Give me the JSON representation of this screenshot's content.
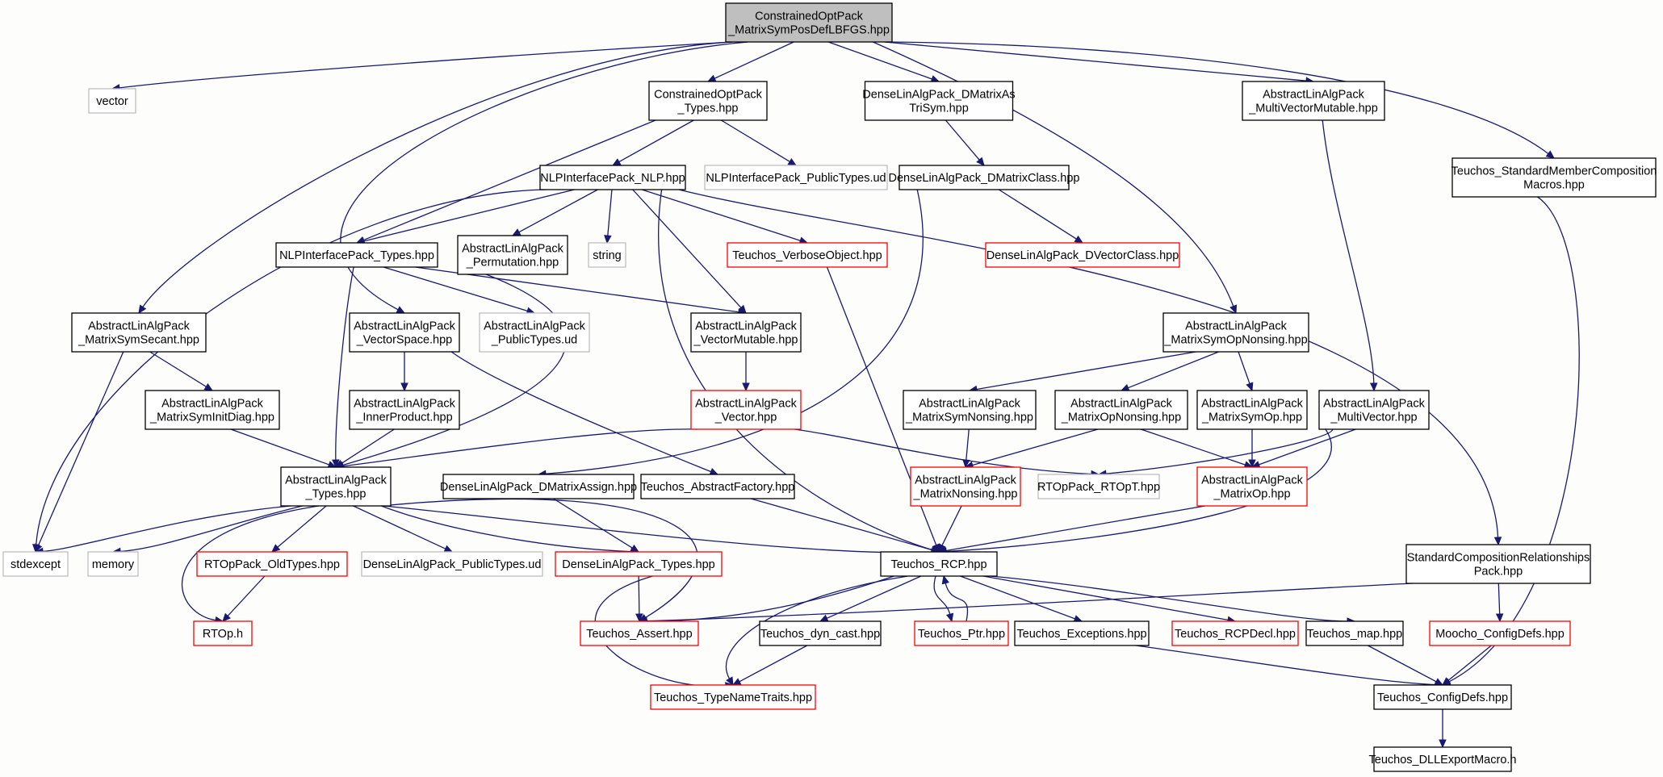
{
  "colors": {
    "background": "#fdfdfb",
    "edge": "#191970",
    "root_fill": "#bfbfbf",
    "border_normal": "#000000",
    "border_red": "#ff0000",
    "border_gray": "#bfbfbf"
  },
  "nodes": [
    {
      "id": "root",
      "label": [
        "ConstrainedOptPack",
        "_MatrixSymPosDefLBFGS.hpp"
      ],
      "style": "root"
    },
    {
      "id": "vector",
      "label": [
        "vector"
      ],
      "style": "gray"
    },
    {
      "id": "co_types",
      "label": [
        "ConstrainedOptPack",
        "_Types.hpp"
      ],
      "style": "normal"
    },
    {
      "id": "dla_dmat_astrisym",
      "label": [
        "DenseLinAlgPack_DMatrixAs",
        "TriSym.hpp"
      ],
      "style": "normal"
    },
    {
      "id": "ala_mvm",
      "label": [
        "AbstractLinAlgPack",
        "_MultiVectorMutable.hpp"
      ],
      "style": "normal"
    },
    {
      "id": "teuchos_smcm",
      "label": [
        "Teuchos_StandardMemberComposition",
        "Macros.hpp"
      ],
      "style": "normal"
    },
    {
      "id": "nlp_nlp",
      "label": [
        "NLPInterfacePack_NLP.hpp"
      ],
      "style": "normal"
    },
    {
      "id": "nlp_pt",
      "label": [
        "NLPInterfacePack_PublicTypes.ud"
      ],
      "style": "gray"
    },
    {
      "id": "dla_dmatclass",
      "label": [
        "DenseLinAlgPack_DMatrixClass.hpp"
      ],
      "style": "normal"
    },
    {
      "id": "nlp_types",
      "label": [
        "NLPInterfacePack_Types.hpp"
      ],
      "style": "normal"
    },
    {
      "id": "ala_perm",
      "label": [
        "AbstractLinAlgPack",
        "_Permutation.hpp"
      ],
      "style": "normal"
    },
    {
      "id": "string",
      "label": [
        "string"
      ],
      "style": "gray"
    },
    {
      "id": "teuchos_vo",
      "label": [
        "Teuchos_VerboseObject.hpp"
      ],
      "style": "red"
    },
    {
      "id": "dla_dvecclass",
      "label": [
        "DenseLinAlgPack_DVectorClass.hpp"
      ],
      "style": "red"
    },
    {
      "id": "ala_mss",
      "label": [
        "AbstractLinAlgPack",
        "_MatrixSymSecant.hpp"
      ],
      "style": "normal"
    },
    {
      "id": "ala_vs",
      "label": [
        "AbstractLinAlgPack",
        "_VectorSpace.hpp"
      ],
      "style": "normal"
    },
    {
      "id": "ala_pt",
      "label": [
        "AbstractLinAlgPack",
        "_PublicTypes.ud"
      ],
      "style": "gray"
    },
    {
      "id": "ala_vm",
      "label": [
        "AbstractLinAlgPack",
        "_VectorMutable.hpp"
      ],
      "style": "normal"
    },
    {
      "id": "ala_msopn",
      "label": [
        "AbstractLinAlgPack",
        "_MatrixSymOpNonsing.hpp"
      ],
      "style": "normal"
    },
    {
      "id": "ala_msid",
      "label": [
        "AbstractLinAlgPack",
        "_MatrixSymInitDiag.hpp"
      ],
      "style": "normal"
    },
    {
      "id": "ala_ip",
      "label": [
        "AbstractLinAlgPack",
        "_InnerProduct.hpp"
      ],
      "style": "normal"
    },
    {
      "id": "ala_vec",
      "label": [
        "AbstractLinAlgPack",
        "_Vector.hpp"
      ],
      "style": "red"
    },
    {
      "id": "ala_msn",
      "label": [
        "AbstractLinAlgPack",
        "_MatrixSymNonsing.hpp"
      ],
      "style": "normal"
    },
    {
      "id": "ala_mon",
      "label": [
        "AbstractLinAlgPack",
        "_MatrixOpNonsing.hpp"
      ],
      "style": "normal"
    },
    {
      "id": "ala_mso",
      "label": [
        "AbstractLinAlgPack",
        "_MatrixSymOp.hpp"
      ],
      "style": "normal"
    },
    {
      "id": "ala_mv",
      "label": [
        "AbstractLinAlgPack",
        "_MultiVector.hpp"
      ],
      "style": "normal"
    },
    {
      "id": "ala_types",
      "label": [
        "AbstractLinAlgPack",
        "_Types.hpp"
      ],
      "style": "normal"
    },
    {
      "id": "dla_dma",
      "label": [
        "DenseLinAlgPack_DMatrixAssign.hpp"
      ],
      "style": "normal"
    },
    {
      "id": "teuchos_af",
      "label": [
        "Teuchos_AbstractFactory.hpp"
      ],
      "style": "normal"
    },
    {
      "id": "ala_mn",
      "label": [
        "AbstractLinAlgPack",
        "_MatrixNonsing.hpp"
      ],
      "style": "red"
    },
    {
      "id": "rtop_rtopt",
      "label": [
        "RTOpPack_RTOpT.hpp"
      ],
      "style": "gray"
    },
    {
      "id": "ala_mo",
      "label": [
        "AbstractLinAlgPack",
        "_MatrixOp.hpp"
      ],
      "style": "red"
    },
    {
      "id": "stdexcept",
      "label": [
        "stdexcept"
      ],
      "style": "gray"
    },
    {
      "id": "memory",
      "label": [
        "memory"
      ],
      "style": "gray"
    },
    {
      "id": "rtop_ot",
      "label": [
        "RTOpPack_OldTypes.hpp"
      ],
      "style": "red"
    },
    {
      "id": "dla_pt",
      "label": [
        "DenseLinAlgPack_PublicTypes.ud"
      ],
      "style": "gray"
    },
    {
      "id": "dla_types",
      "label": [
        "DenseLinAlgPack_Types.hpp"
      ],
      "style": "red"
    },
    {
      "id": "teuchos_rcp",
      "label": [
        "Teuchos_RCP.hpp"
      ],
      "style": "normal"
    },
    {
      "id": "scr_pack",
      "label": [
        "StandardCompositionRelationships",
        "Pack.hpp"
      ],
      "style": "normal"
    },
    {
      "id": "rtop_h",
      "label": [
        "RTOp.h"
      ],
      "style": "red"
    },
    {
      "id": "teuchos_assert",
      "label": [
        "Teuchos_Assert.hpp"
      ],
      "style": "red"
    },
    {
      "id": "teuchos_dc",
      "label": [
        "Teuchos_dyn_cast.hpp"
      ],
      "style": "normal"
    },
    {
      "id": "teuchos_ptr",
      "label": [
        "Teuchos_Ptr.hpp"
      ],
      "style": "red"
    },
    {
      "id": "teuchos_exc",
      "label": [
        "Teuchos_Exceptions.hpp"
      ],
      "style": "normal"
    },
    {
      "id": "teuchos_rcpdecl",
      "label": [
        "Teuchos_RCPDecl.hpp"
      ],
      "style": "red"
    },
    {
      "id": "teuchos_map",
      "label": [
        "Teuchos_map.hpp"
      ],
      "style": "normal"
    },
    {
      "id": "moocho_cd",
      "label": [
        "Moocho_ConfigDefs.hpp"
      ],
      "style": "red"
    },
    {
      "id": "teuchos_tnt",
      "label": [
        "Teuchos_TypeNameTraits.hpp"
      ],
      "style": "red"
    },
    {
      "id": "teuchos_cd",
      "label": [
        "Teuchos_ConfigDefs.hpp"
      ],
      "style": "normal"
    },
    {
      "id": "teuchos_dll",
      "label": [
        "Teuchos_DLLExportMacro.h"
      ],
      "style": "normal"
    }
  ],
  "edges": [
    [
      "root",
      "vector"
    ],
    [
      "root",
      "co_types"
    ],
    [
      "root",
      "dla_dmat_astrisym"
    ],
    [
      "root",
      "ala_mvm"
    ],
    [
      "root",
      "teuchos_smcm"
    ],
    [
      "root",
      "ala_mss"
    ],
    [
      "root",
      "ala_vs"
    ],
    [
      "root",
      "ala_msopn"
    ],
    [
      "co_types",
      "nlp_nlp"
    ],
    [
      "co_types",
      "nlp_types"
    ],
    [
      "co_types",
      "nlp_pt"
    ],
    [
      "dla_dmat_astrisym",
      "dla_dmatclass"
    ],
    [
      "dla_dmatclass",
      "dla_dvecclass"
    ],
    [
      "dla_dmatclass",
      "dla_dma"
    ],
    [
      "ala_mvm",
      "ala_mv"
    ],
    [
      "teuchos_smcm",
      "teuchos_cd"
    ],
    [
      "nlp_nlp",
      "nlp_types"
    ],
    [
      "nlp_nlp",
      "ala_perm"
    ],
    [
      "nlp_nlp",
      "string"
    ],
    [
      "nlp_nlp",
      "teuchos_vo"
    ],
    [
      "nlp_nlp",
      "ala_vm"
    ],
    [
      "nlp_nlp",
      "stdexcept"
    ],
    [
      "nlp_nlp",
      "teuchos_rcp"
    ],
    [
      "nlp_nlp",
      "scr_pack"
    ],
    [
      "nlp_types",
      "ala_types"
    ],
    [
      "nlp_types",
      "ala_pt"
    ],
    [
      "nlp_types",
      "ala_vm"
    ],
    [
      "ala_perm",
      "ala_types"
    ],
    [
      "teuchos_vo",
      "teuchos_rcp"
    ],
    [
      "ala_mss",
      "ala_msid"
    ],
    [
      "ala_mss",
      "stdexcept"
    ],
    [
      "ala_vs",
      "ala_ip"
    ],
    [
      "ala_vs",
      "teuchos_af"
    ],
    [
      "ala_vm",
      "ala_vec"
    ],
    [
      "ala_msopn",
      "ala_msn"
    ],
    [
      "ala_msopn",
      "ala_mon"
    ],
    [
      "ala_msopn",
      "ala_mso"
    ],
    [
      "ala_msid",
      "ala_types"
    ],
    [
      "ala_ip",
      "ala_types"
    ],
    [
      "ala_vec",
      "ala_types"
    ],
    [
      "ala_vec",
      "rtop_rtopt"
    ],
    [
      "ala_msn",
      "ala_mn"
    ],
    [
      "ala_mon",
      "ala_mn"
    ],
    [
      "ala_mon",
      "ala_mo"
    ],
    [
      "ala_mso",
      "ala_mo"
    ],
    [
      "ala_mv",
      "ala_mo"
    ],
    [
      "ala_mv",
      "rtop_rtopt"
    ],
    [
      "ala_mv",
      "teuchos_rcp"
    ],
    [
      "ala_types",
      "stdexcept"
    ],
    [
      "ala_types",
      "memory"
    ],
    [
      "ala_types",
      "rtop_ot"
    ],
    [
      "ala_types",
      "rtop_h"
    ],
    [
      "ala_types",
      "dla_pt"
    ],
    [
      "ala_types",
      "dla_types"
    ],
    [
      "ala_types",
      "teuchos_rcp"
    ],
    [
      "ala_types",
      "teuchos_assert"
    ],
    [
      "dla_dma",
      "dla_types"
    ],
    [
      "teuchos_af",
      "teuchos_rcp"
    ],
    [
      "ala_mn",
      "teuchos_rcp"
    ],
    [
      "ala_mo",
      "teuchos_rcp"
    ],
    [
      "rtop_ot",
      "rtop_h"
    ],
    [
      "dla_types",
      "teuchos_assert"
    ],
    [
      "dla_types",
      "teuchos_tnt"
    ],
    [
      "teuchos_rcp",
      "teuchos_assert"
    ],
    [
      "teuchos_rcp",
      "teuchos_dc"
    ],
    [
      "teuchos_rcp",
      "teuchos_ptr"
    ],
    [
      "teuchos_rcp",
      "teuchos_exc"
    ],
    [
      "teuchos_rcp",
      "teuchos_rcpdecl"
    ],
    [
      "teuchos_rcp",
      "teuchos_map"
    ],
    [
      "teuchos_rcp",
      "teuchos_tnt"
    ],
    [
      "teuchos_ptr",
      "teuchos_rcp"
    ],
    [
      "scr_pack",
      "teuchos_assert"
    ],
    [
      "scr_pack",
      "moocho_cd"
    ],
    [
      "teuchos_dc",
      "teuchos_tnt"
    ],
    [
      "teuchos_exc",
      "teuchos_cd"
    ],
    [
      "teuchos_map",
      "teuchos_cd"
    ],
    [
      "moocho_cd",
      "teuchos_cd"
    ],
    [
      "teuchos_cd",
      "teuchos_dll"
    ]
  ]
}
